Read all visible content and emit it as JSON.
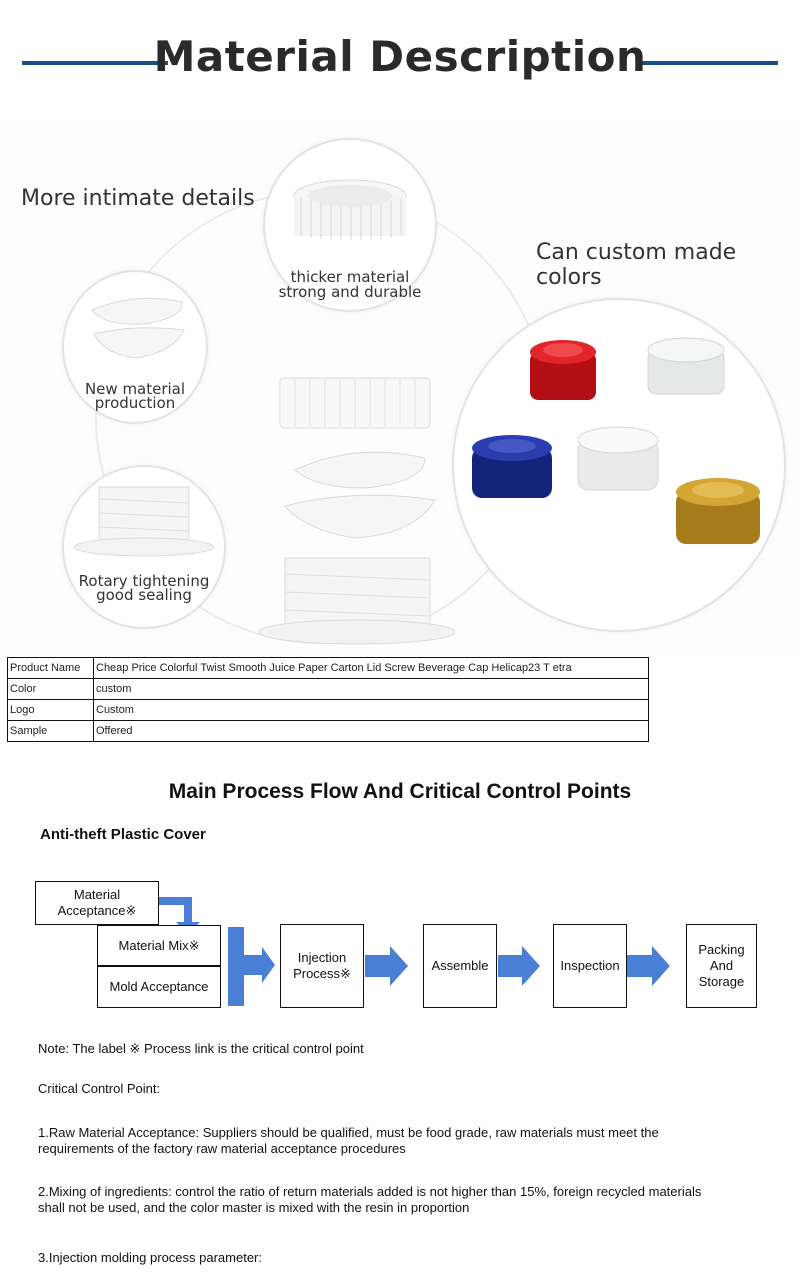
{
  "header": {
    "title": "Material Description"
  },
  "photo": {
    "left_heading": "More intimate details",
    "right_heading": "Can custom made colors",
    "callouts": {
      "top": [
        "thicker material",
        "strong and durable"
      ],
      "left": [
        "New material",
        "production"
      ],
      "bottom_left": [
        "Rotary tightening",
        "good sealing"
      ]
    },
    "cap_colors": {
      "red": "#d2141a",
      "clear": "#eef0f0",
      "blue": "#1d2f95",
      "white": "#f6f6f6",
      "gold": "#c79b2c"
    }
  },
  "spec_table": [
    {
      "key": "Product Name",
      "value": "Cheap Price Colorful Twist Smooth Juice Paper Carton Lid Screw Beverage Cap Helicap23 T etra"
    },
    {
      "key": "Color",
      "value": "custom"
    },
    {
      "key": "Logo",
      "value": "Custom"
    },
    {
      "key": "Sample",
      "value": "Offered"
    }
  ],
  "process": {
    "title": "Main Process Flow And Critical Control Points",
    "subtitle": "Anti-theft Plastic Cover",
    "boxes": {
      "material_acceptance": [
        "Material",
        "Acceptance※"
      ],
      "material_mix": "Material Mix※",
      "mold_acceptance": "Mold Acceptance",
      "injection": [
        "Injection",
        "Process※"
      ],
      "assemble": "Assemble",
      "inspection": "Inspection",
      "packing": [
        "Packing",
        "And",
        "Storage"
      ]
    },
    "arrow_color": "#4a7fd6",
    "note": "Note: The label ※ Process link is the critical control point",
    "ccp_heading": "Critical Control Point:",
    "points": [
      [
        "1.Raw Material Acceptance: Suppliers should be qualified, must be food grade, raw materials must meet the",
        "requirements of the factory raw material acceptance procedures"
      ],
      [
        "2.Mixing of ingredients: control the ratio of return materials added is not higher than 15%, foreign recycled materials",
        "shall not be used, and the color master is mixed with the resin in proportion"
      ],
      [
        "3.Injection molding process parameter:"
      ]
    ]
  }
}
